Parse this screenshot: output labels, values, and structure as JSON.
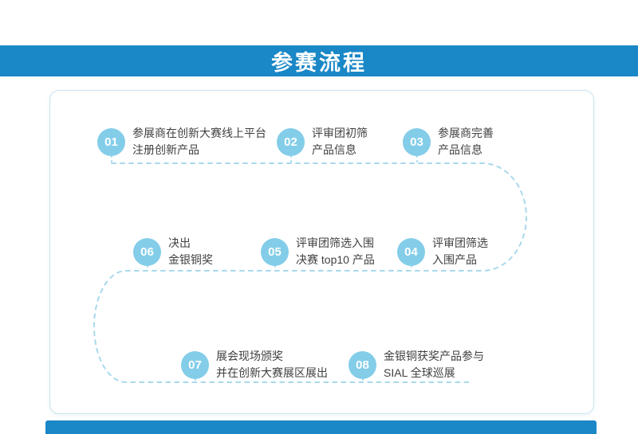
{
  "header": {
    "title": "参赛流程"
  },
  "steps": [
    {
      "number": "01",
      "line1": "参展商在创新大赛线上平台",
      "line2": "注册创新产品"
    },
    {
      "number": "02",
      "line1": "评审团初筛",
      "line2": "产品信息"
    },
    {
      "number": "03",
      "line1": "参展商完善",
      "line2": "产品信息"
    },
    {
      "number": "04",
      "line1": "评审团筛选",
      "line2": "入围产品"
    },
    {
      "number": "05",
      "line1": "评审团筛选入围",
      "line2": "决赛 top10 产品"
    },
    {
      "number": "06",
      "line1": "决出",
      "line2": "金银铜奖"
    },
    {
      "number": "07",
      "line1": "展会现场颁奖",
      "line2": "并在创新大赛展区展出"
    },
    {
      "number": "08",
      "line1": "金银铜获奖产品参与",
      "line2": "SIAL 全球巡展"
    }
  ],
  "theme": {
    "header_bg": "#1a87c6",
    "footer_bg": "#1a87c6",
    "circle_bg": "#83cde9",
    "dash_color": "#a9d9ec",
    "card_border": "#c9e2f0",
    "text_color": "#404040"
  }
}
